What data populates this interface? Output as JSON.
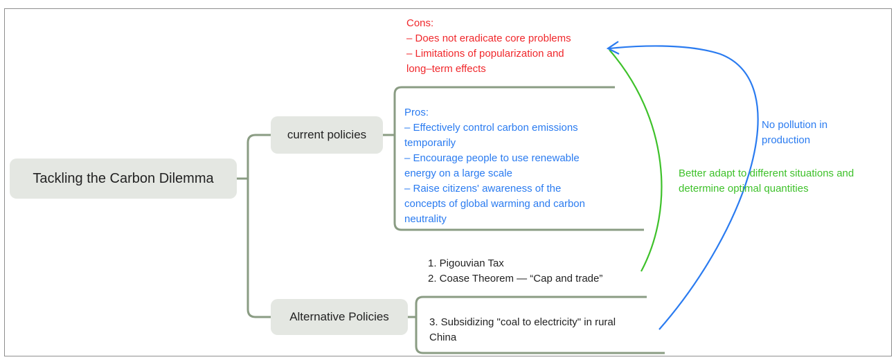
{
  "root": {
    "label": "Tackling the Carbon Dilemma"
  },
  "branches": {
    "current": {
      "label": "current policies"
    },
    "alternative": {
      "label": "Alternative Policies"
    }
  },
  "cons": {
    "lines": [
      "Cons:",
      "– Does not eradicate core problems",
      "– Limitations of popularization and",
      "long–term effects"
    ]
  },
  "pros": {
    "lines": [
      "Pros:",
      "– Effectively control carbon emissions",
      "temporarily",
      "– Encourage people to use renewable",
      "energy on a large scale",
      "– Raise citizens' awareness of the",
      "concepts of global warming and carbon",
      "neutrality"
    ]
  },
  "alternative_items": {
    "lines": [
      "1. Pigouvian Tax",
      "2. Coase Theorem — “Cap and trade”"
    ],
    "sub_lines": [
      "3. Subsidizing \"coal to electricity\" in rural",
      "China"
    ]
  },
  "annotations": {
    "green": [
      "Better adapt to different situations and",
      "determine optimal quantities"
    ],
    "blue": [
      "No pollution in",
      "production"
    ]
  },
  "colors": {
    "connector": "#8a9c83",
    "cons": "#f0272b",
    "pros": "#2a7bf0",
    "green_arrow": "#3ec12a",
    "blue_arrow": "#2a7bf0",
    "node_fill": "#e4e7e2"
  }
}
